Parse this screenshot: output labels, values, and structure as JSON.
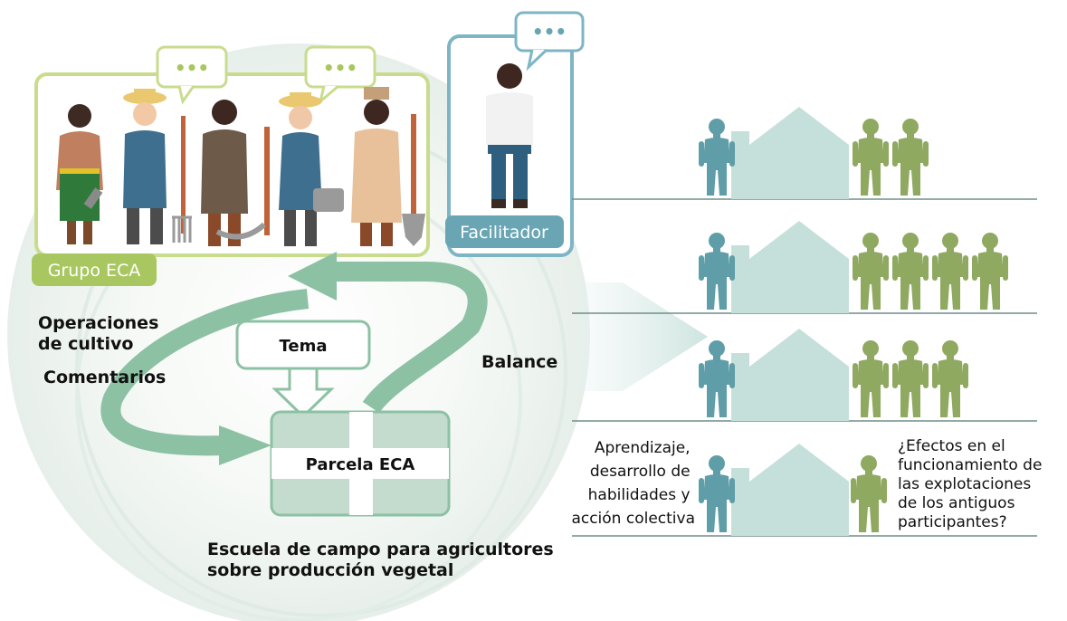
{
  "group_badge": "Grupo ECA",
  "facilitator_badge": "Facilitador",
  "speech_dots": "•••",
  "topic_box": "Tema",
  "plot_label": "Parcela ECA",
  "operations_label_line1": "Operaciones",
  "operations_label_line2": "de cultivo",
  "comments_label": "Comentarios",
  "balance_label": "Balance",
  "school_title_line1": "Escuela de campo para agricultores",
  "school_title_line2": "sobre producción vegetal",
  "learning_text": [
    "Aprendizaje,",
    "desarrollo de",
    "habilidades y",
    "acción colectiva"
  ],
  "effects_text": [
    "¿Efectos en el",
    "funcionamiento de",
    "las explotaciones",
    "de los antiguos",
    "participantes?"
  ],
  "farm_rows": [
    {
      "former_participants": 2
    },
    {
      "former_participants": 4
    },
    {
      "former_participants": 3
    },
    {
      "former_participants": 1
    }
  ],
  "colors": {
    "group_frame": "#c9dc8e",
    "group_badge": "#a9c760",
    "facilitator_frame": "#7eb5c4",
    "facilitator_badge": "#6aa5b4",
    "arrow": "#8cc1a4",
    "house": "#c5e0da",
    "facilitator_figure": "#5f9ea8",
    "participant_figure": "#8fa961",
    "rule": "#6f8f8a"
  }
}
